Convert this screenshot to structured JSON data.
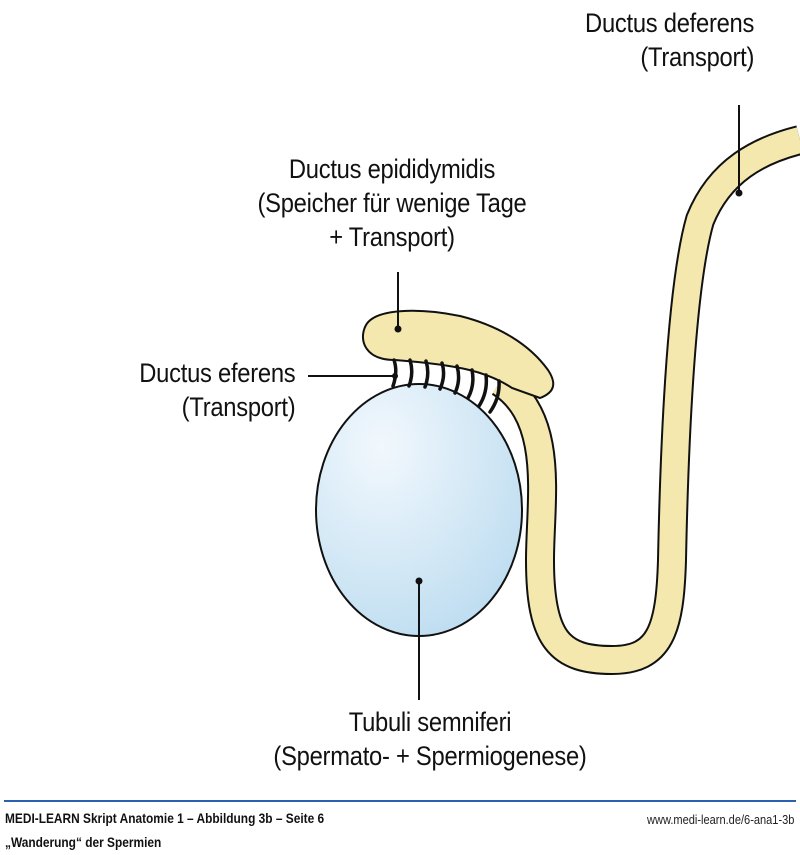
{
  "colors": {
    "duct_fill": "#f4e8ae",
    "testis_fill_light": "#f2f8fd",
    "testis_fill_dark": "#bcdcf0",
    "outline": "#111111",
    "footer_rule": "#2b5fb0"
  },
  "labels": {
    "ductus_deferens": {
      "line1": "Ductus deferens",
      "line2": "(Transport)"
    },
    "ductus_epididymidis": {
      "line1": "Ductus epididymidis",
      "line2": "(Speicher für wenige Tage",
      "line3": "+ Transport)"
    },
    "ductus_eferens": {
      "line1": "Ductus eferens",
      "line2": "(Transport)"
    },
    "tubuli_semniferi": {
      "line1": "Tubuli semniferi",
      "line2": "(Spermato- + Spermiogenese)"
    }
  },
  "footer": {
    "title": "MEDI-LEARN Skript Anatomie 1 – Abbildung 3b – Seite 6",
    "subtitle": "„Wanderung“ der Spermien",
    "url": "www.medi-learn.de/6-ana1-3b"
  }
}
